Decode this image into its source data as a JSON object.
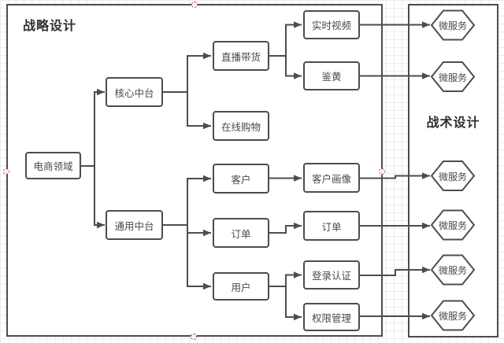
{
  "diagram": {
    "strategy_section_title": "战略设计",
    "tactics_section_title": "战术设计"
  },
  "nodes": {
    "ecommerce_domain": "电商领域",
    "core_platform": "核心中台",
    "common_platform": "通用中台",
    "live_commerce": "直播带货",
    "online_shopping": "在线购物",
    "realtime_video": "实时视频",
    "content_moderation": "鉴黄",
    "customer": "客户",
    "customer_profile": "客户画像",
    "order": "订单",
    "order_service": "订单",
    "user": "用户",
    "login_auth": "登录认证",
    "permission_mgmt": "权限管理"
  },
  "microservice": {
    "label": "微服务"
  },
  "edges": [
    {
      "from": "ecommerce_domain",
      "to": "core_platform"
    },
    {
      "from": "ecommerce_domain",
      "to": "common_platform"
    },
    {
      "from": "core_platform",
      "to": "live_commerce"
    },
    {
      "from": "core_platform",
      "to": "online_shopping"
    },
    {
      "from": "live_commerce",
      "to": "realtime_video"
    },
    {
      "from": "live_commerce",
      "to": "content_moderation"
    },
    {
      "from": "realtime_video",
      "to": "microservice_1"
    },
    {
      "from": "content_moderation",
      "to": "microservice_2"
    },
    {
      "from": "common_platform",
      "to": "customer"
    },
    {
      "from": "common_platform",
      "to": "order"
    },
    {
      "from": "common_platform",
      "to": "user"
    },
    {
      "from": "customer",
      "to": "customer_profile"
    },
    {
      "from": "order",
      "to": "order_service"
    },
    {
      "from": "user",
      "to": "login_auth"
    },
    {
      "from": "user",
      "to": "permission_mgmt"
    },
    {
      "from": "customer_profile",
      "to": "microservice_3"
    },
    {
      "from": "order_service",
      "to": "microservice_4"
    },
    {
      "from": "login_auth",
      "to": "microservice_5"
    },
    {
      "from": "permission_mgmt",
      "to": "microservice_6"
    }
  ],
  "colors": {
    "stroke": "#4d4d4d",
    "node_fill": "#ffffff",
    "grid_line": "#ececec",
    "selection_handle": "#b85450",
    "text": "#4a4a4a"
  }
}
